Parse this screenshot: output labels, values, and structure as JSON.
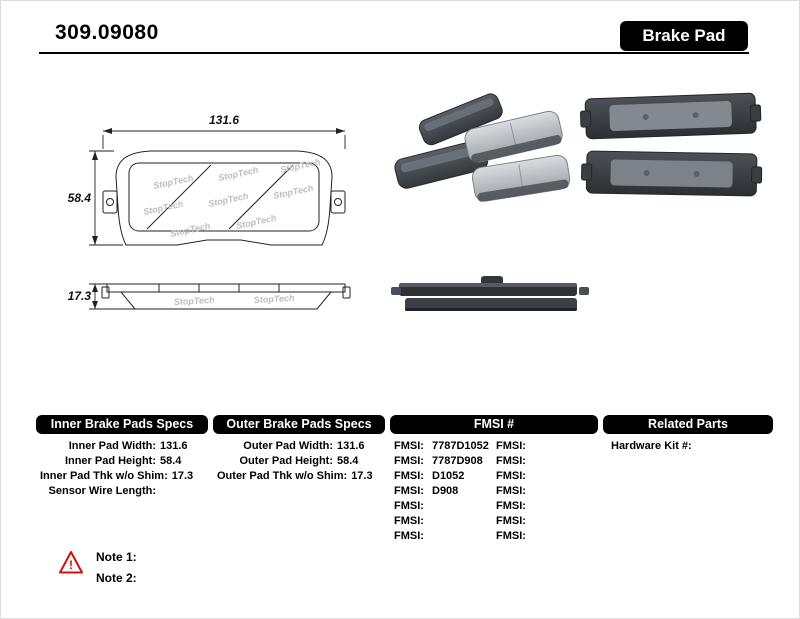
{
  "header": {
    "part_number": "309.09080",
    "product_type": "Brake Pad"
  },
  "drawing": {
    "watermark": "StopTech",
    "front": {
      "width": "131.6",
      "height": "58.4"
    },
    "profile": {
      "thickness": "17.3"
    }
  },
  "tables": {
    "inner": {
      "title": "Inner Brake Pads Specs",
      "rows": [
        {
          "label": "Inner Pad Width:",
          "value": "131.6"
        },
        {
          "label": "Inner Pad Height:",
          "value": "58.4"
        },
        {
          "label": "Inner Pad Thk w/o Shim:",
          "value": "17.3"
        },
        {
          "label": "Sensor Wire Length:",
          "value": ""
        }
      ]
    },
    "outer": {
      "title": "Outer Brake Pads Specs",
      "rows": [
        {
          "label": "Outer Pad Width:",
          "value": "131.6"
        },
        {
          "label": "Outer Pad Height:",
          "value": "58.4"
        },
        {
          "label": "Outer Pad Thk w/o Shim:",
          "value": "17.3"
        }
      ]
    },
    "fmsi": {
      "title": "FMSI #",
      "rows": [
        {
          "l1": "FMSI:",
          "v1": "7787D1052",
          "l2": "FMSI:",
          "v2": ""
        },
        {
          "l1": "FMSI:",
          "v1": "7787D908",
          "l2": "FMSI:",
          "v2": ""
        },
        {
          "l1": "FMSI:",
          "v1": "D1052",
          "l2": "FMSI:",
          "v2": ""
        },
        {
          "l1": "FMSI:",
          "v1": "D908",
          "l2": "FMSI:",
          "v2": ""
        },
        {
          "l1": "FMSI:",
          "v1": "",
          "l2": "FMSI:",
          "v2": ""
        },
        {
          "l1": "FMSI:",
          "v1": "",
          "l2": "FMSI:",
          "v2": ""
        },
        {
          "l1": "FMSI:",
          "v1": "",
          "l2": "FMSI:",
          "v2": ""
        }
      ]
    },
    "related": {
      "title": "Related Parts",
      "rows": [
        {
          "label": "Hardware Kit #:",
          "value": ""
        }
      ]
    }
  },
  "notes": {
    "warning_glyph": "!",
    "note1": "Note 1:",
    "note2": "Note 2:"
  }
}
